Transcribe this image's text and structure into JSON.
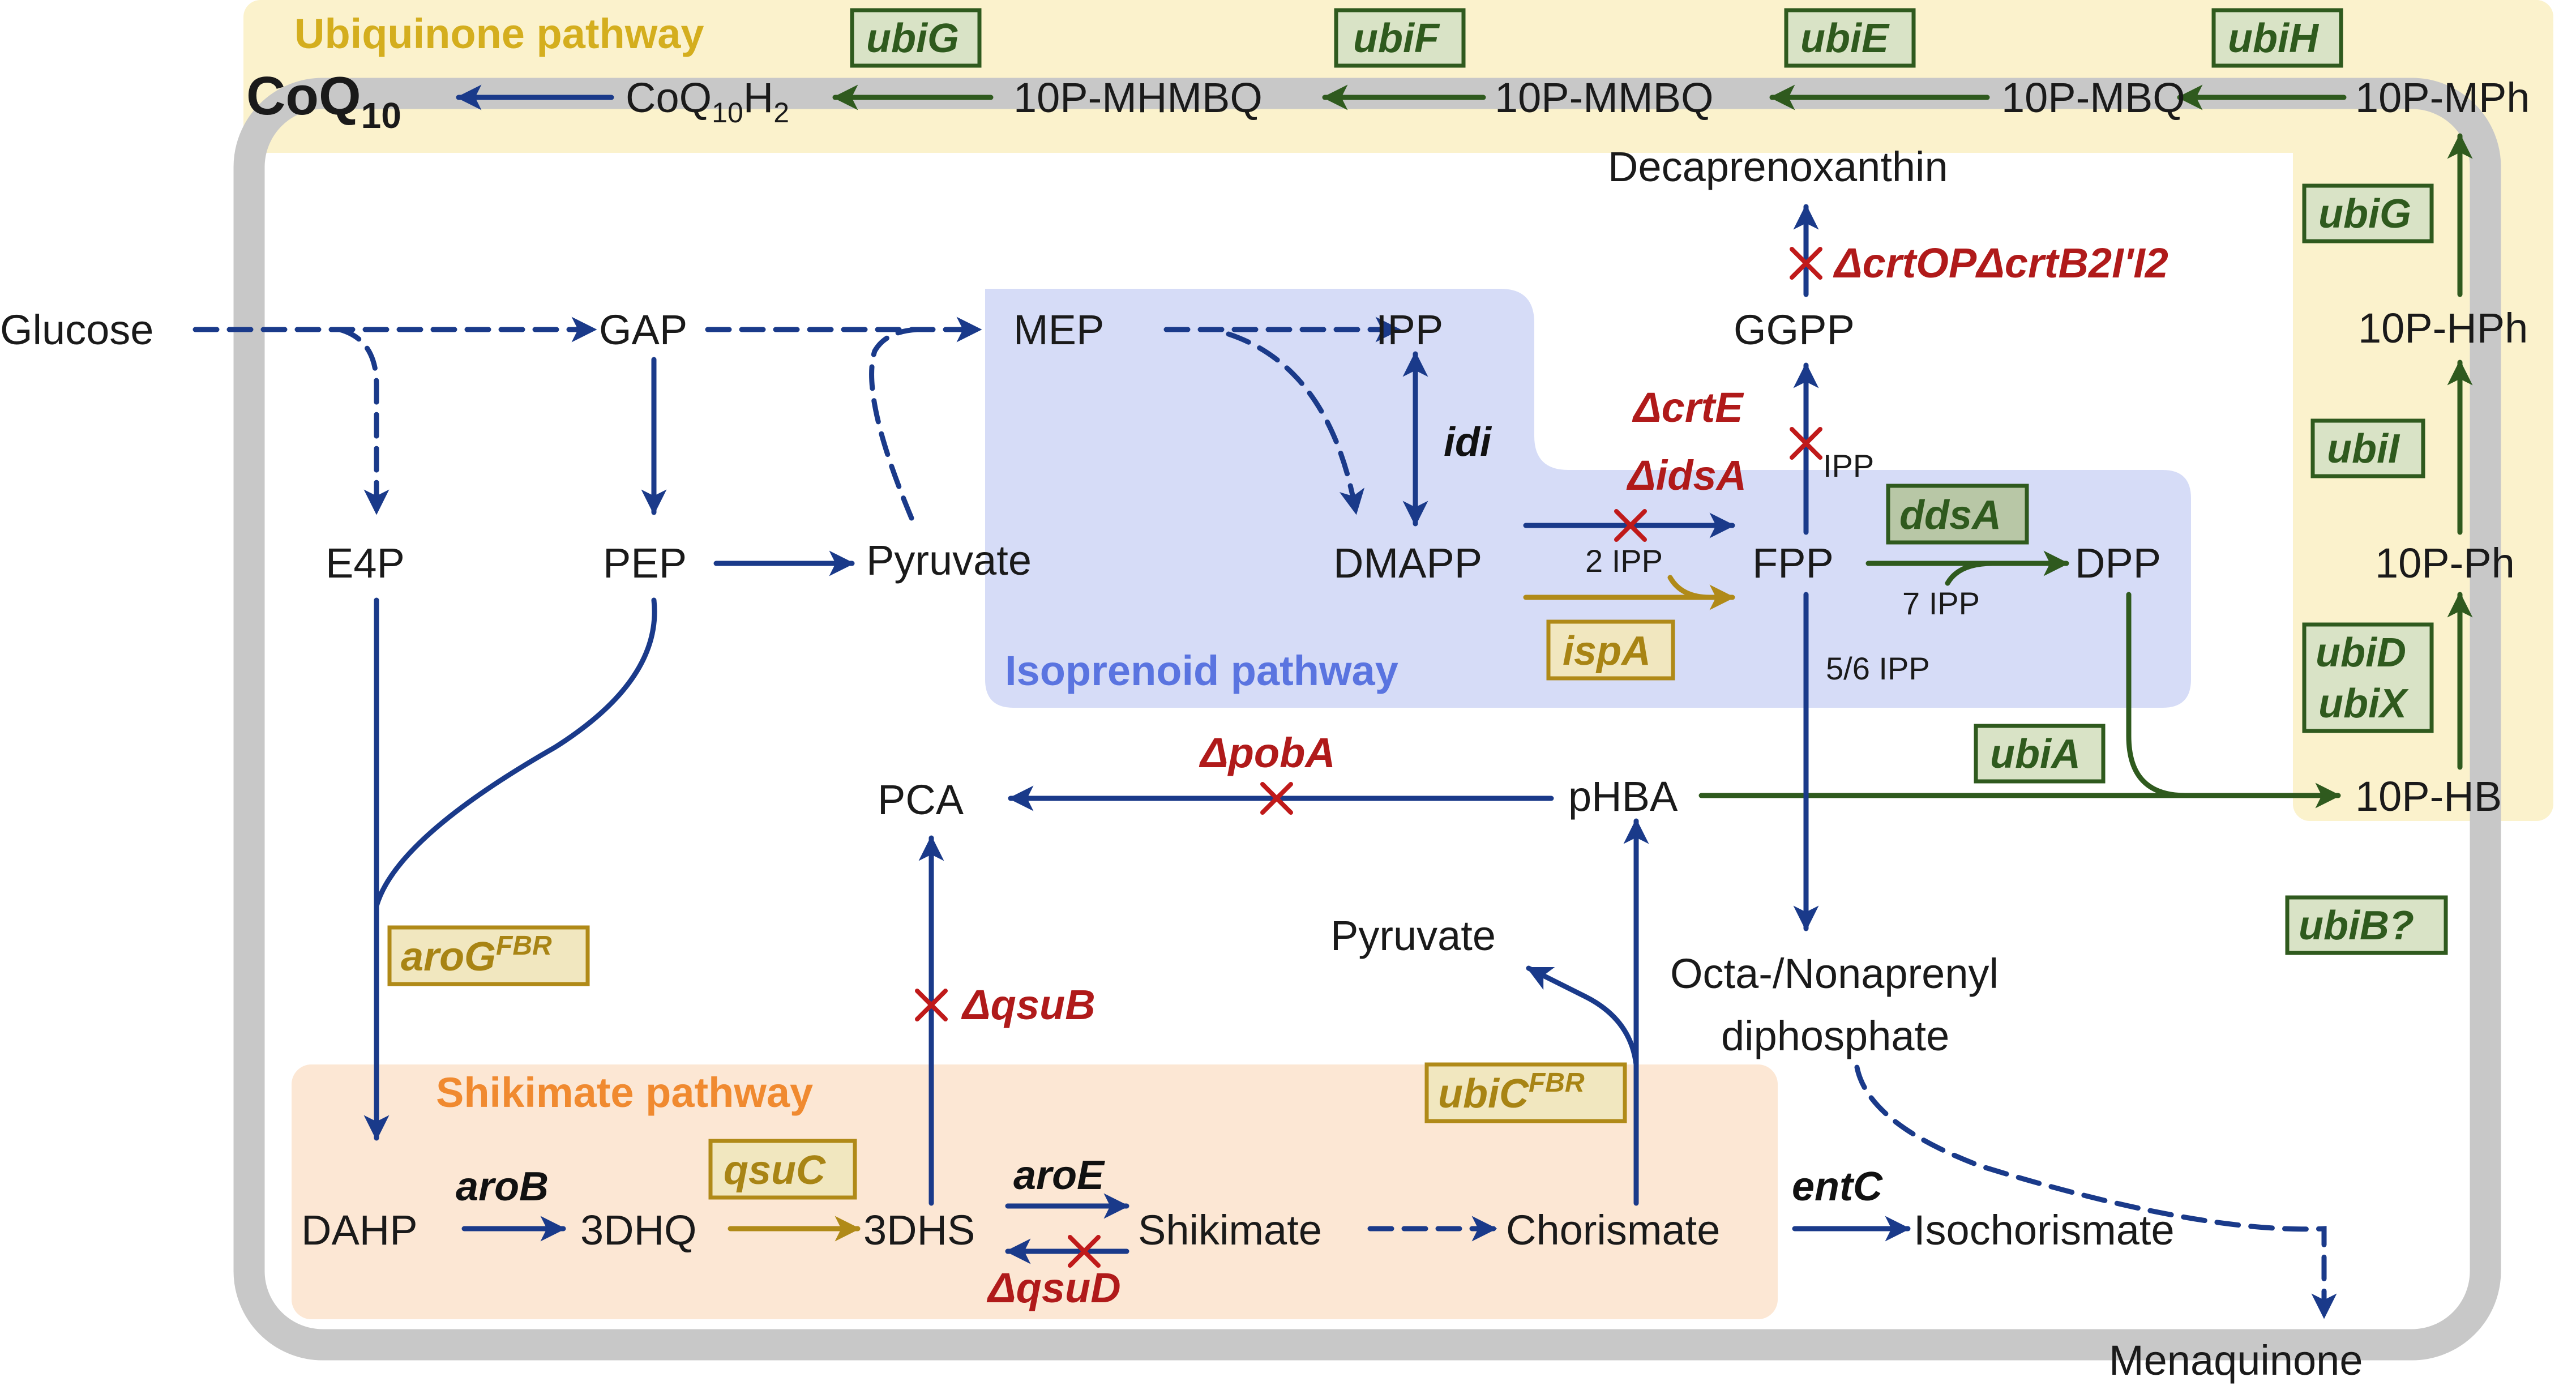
{
  "regions": {
    "ubiquinone": "Ubiquinone pathway",
    "isoprenoid": "Isoprenoid pathway",
    "shikimate": "Shikimate pathway"
  },
  "colors": {
    "blue": "#1a3a8a",
    "green": "#2f5a1e",
    "gold": "#b08a18",
    "red": "#b01a1a",
    "cell_wall": "#c8c8c8",
    "ubi_bg": "#fbf2cc",
    "iso_bg": "#d6dcf7",
    "shik_bg": "#fce7d4",
    "ubi_gene_box": "#d9e3c6",
    "gold_gene_box": "#f1e7bf"
  },
  "metabolites": {
    "coq10": {
      "base": "CoQ",
      "sub": "10"
    },
    "coq10h2": {
      "base": "CoQ",
      "sub": "10",
      "tail": "H",
      "tail_sub": "2"
    },
    "mhmbq": "10P-MHMBQ",
    "mmbq": "10P-MMBQ",
    "mbq": "10P-MBQ",
    "mph": "10P-MPh",
    "hph": "10P-HPh",
    "ph": "10P-Ph",
    "hb": "10P-HB",
    "decaprenoxanthin": "Decaprenoxanthin",
    "glucose": "Glucose",
    "gap": "GAP",
    "mep": "MEP",
    "ipp": "IPP",
    "ggpp": "GGPP",
    "e4p": "E4P",
    "pep": "PEP",
    "pyruvate1": "Pyruvate",
    "dmapp": "DMAPP",
    "fpp": "FPP",
    "dpp": "DPP",
    "pca": "PCA",
    "phba": "pHBA",
    "pyruvate2": "Pyruvate",
    "octa1": "Octa-/Nonaprenyl",
    "octa2": "diphosphate",
    "dahp": "DAHP",
    "dhq": "3DHQ",
    "dhs": "3DHS",
    "shikimate": "Shikimate",
    "chorismate": "Chorismate",
    "isochorismate": "Isochorismate",
    "menaquinone": "Menaquinone"
  },
  "small_labels": {
    "ipp_ggpp": "IPP",
    "ipp2": "2 IPP",
    "ipp7": "7 IPP",
    "ipp56": "5/6 IPP"
  },
  "genes": {
    "ubiG_top": "ubiG",
    "ubiF": "ubiF",
    "ubiE": "ubiE",
    "ubiH": "ubiH",
    "ubiG_side": "ubiG",
    "ubiI": "ubiI",
    "ubiD": "ubiD",
    "ubiX": "ubiX",
    "ubiA": "ubiA",
    "ubiB": "ubiB?",
    "ddsA": "ddsA",
    "ispA": "ispA",
    "aroG": {
      "base": "aroG",
      "sup": "FBR"
    },
    "qsuC": "qsuC",
    "ubiC": {
      "base": "ubiC",
      "sup": "FBR"
    },
    "idi": "idi",
    "aroB": "aroB",
    "aroE": "aroE",
    "entC": "entC"
  },
  "deletions": {
    "crtOP": "ΔcrtOPΔcrtB2I'I2",
    "crtE": "ΔcrtE",
    "idsA": "ΔidsA",
    "pobA": "ΔpobA",
    "qsuB": "ΔqsuB",
    "qsuD": "ΔqsuD"
  }
}
